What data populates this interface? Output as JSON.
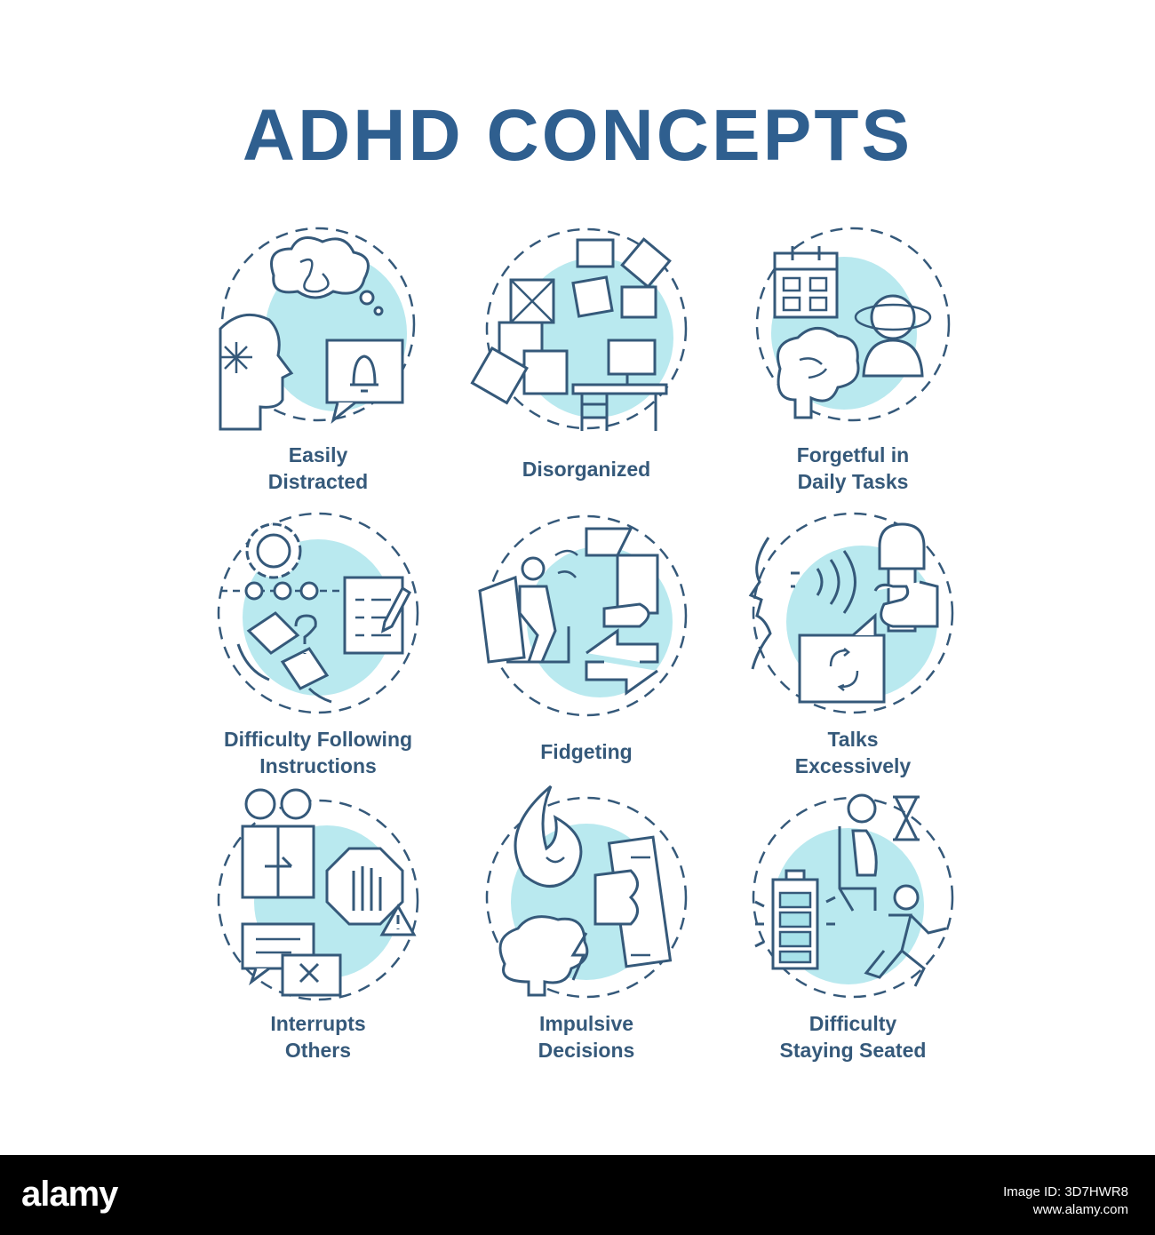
{
  "title": "ADHD CONCEPTS",
  "colors": {
    "title": "#2f5f8f",
    "stroke": "#35597a",
    "fill": "#a8e2ea",
    "blob": "#b9e9ef",
    "label": "#35597a",
    "background": "#ffffff",
    "bar": "#000000"
  },
  "concepts": [
    {
      "lines": [
        "Easily",
        "Distracted"
      ],
      "icon": "distracted-head-icon"
    },
    {
      "lines": [
        "Disorganized"
      ],
      "icon": "messy-desk-icon"
    },
    {
      "lines": [
        "Forgetful in",
        "Daily Tasks"
      ],
      "icon": "calendar-brain-icon"
    },
    {
      "lines": [
        "Difficulty Following",
        "Instructions"
      ],
      "icon": "gear-puzzle-checklist-icon"
    },
    {
      "lines": [
        "Fidgeting"
      ],
      "icon": "fidget-person-icon"
    },
    {
      "lines": [
        "Talks",
        "Excessively"
      ],
      "icon": "speaking-microphone-icon"
    },
    {
      "lines": [
        "Interrupts",
        "Others"
      ],
      "icon": "stop-hand-chat-icon"
    },
    {
      "lines": [
        "Impulsive",
        "Decisions"
      ],
      "icon": "fire-money-brain-icon"
    },
    {
      "lines": [
        "Difficulty",
        "Staying Seated"
      ],
      "icon": "runner-battery-icon"
    }
  ],
  "footer": {
    "brand": "alamy",
    "lines": [
      "Image ID: 3D7HWR8",
      "www.alamy.com"
    ]
  }
}
